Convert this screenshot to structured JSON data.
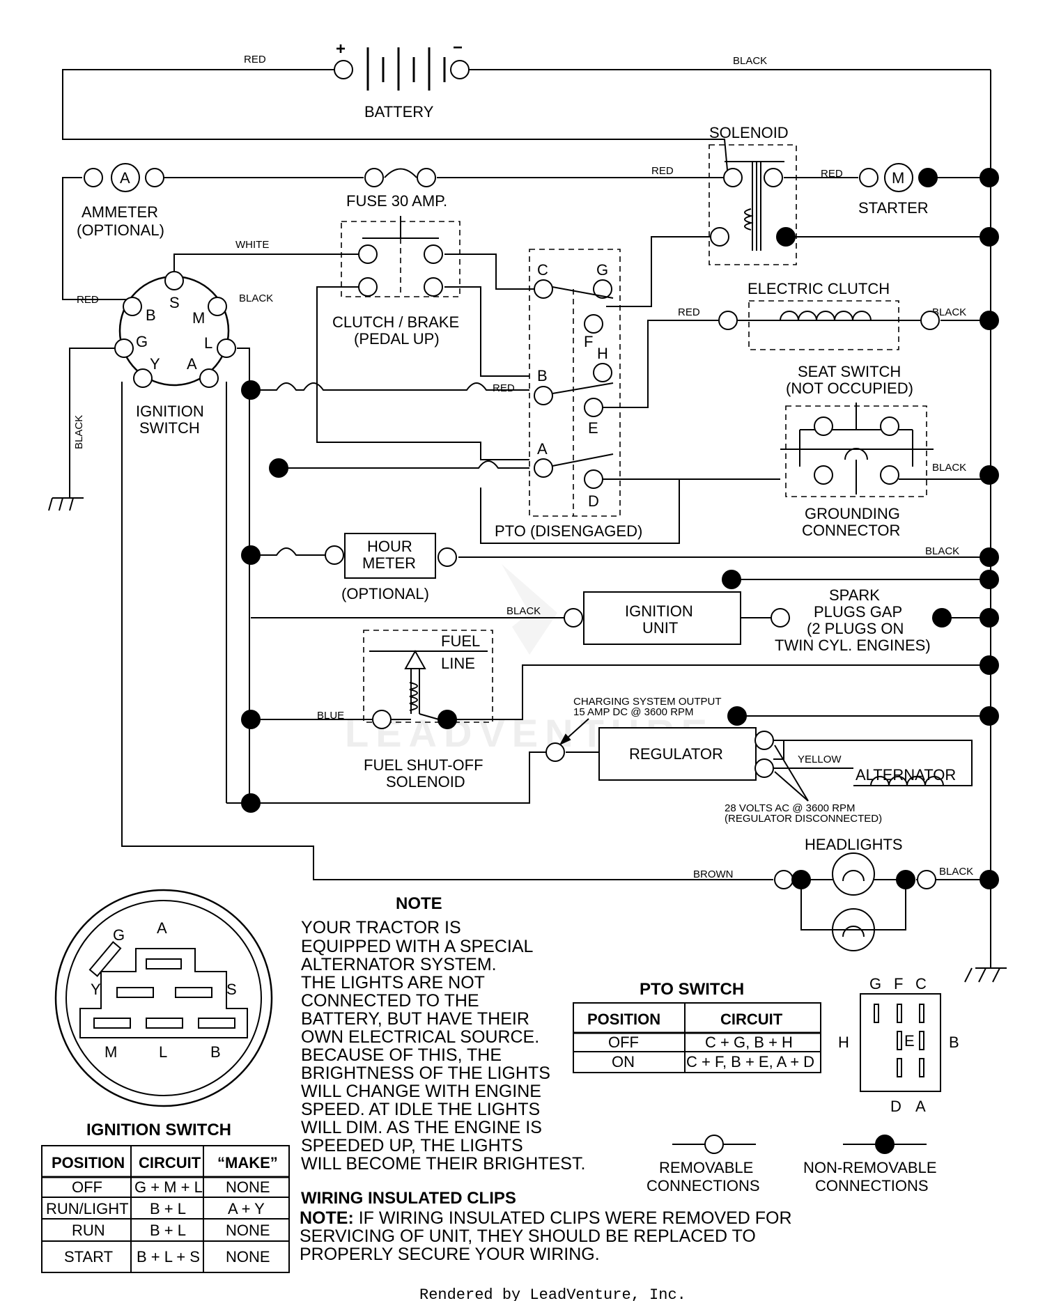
{
  "battery": {
    "label": "BATTERY",
    "plus": "+",
    "minus": "−"
  },
  "wires": {
    "red": "RED",
    "black": "BLACK",
    "white": "WHITE",
    "blue": "BLUE",
    "yellow": "YELLOW",
    "brown": "BROWN"
  },
  "components": {
    "solenoid": "SOLENOID",
    "ammeter_symbol": "A",
    "ammeter_line1": "AMMETER",
    "ammeter_line2": "(OPTIONAL)",
    "fuse": "FUSE 30 AMP.",
    "starter_symbol": "M",
    "starter": "STARTER",
    "clutch_brake_line1": "CLUTCH / BRAKE",
    "clutch_brake_line2": "(PEDAL UP)",
    "electric_clutch": "ELECTRIC CLUTCH",
    "seat_switch_line1": "SEAT SWITCH",
    "seat_switch_line2": "(NOT OCCUPIED)",
    "grounding_line1": "GROUNDING",
    "grounding_line2": "CONNECTOR",
    "ignition_switch_line1": "IGNITION",
    "ignition_switch_line2": "SWITCH",
    "pto_disengaged": "PTO (DISENGAGED)",
    "hour_meter_line1": "HOUR",
    "hour_meter_line2": "METER",
    "hour_meter_optional": "(OPTIONAL)",
    "ignition_unit_line1": "IGNITION",
    "ignition_unit_line2": "UNIT",
    "spark_line1": "SPARK",
    "spark_line2": "PLUGS GAP",
    "spark_line3": "(2 PLUGS ON",
    "spark_line4": "TWIN CYL. ENGINES)",
    "fuel_line1": "FUEL",
    "fuel_line2": "LINE",
    "fuel_sol_line1": "FUEL SHUT-OFF",
    "fuel_sol_line2": "SOLENOID",
    "charging_line1": "CHARGING SYSTEM OUTPUT",
    "charging_line2": "15 AMP DC @ 3600 RPM",
    "regulator": "REGULATOR",
    "alternator": "ALTERNATOR",
    "volts_line1": "28 VOLTS AC @ 3600 RPM",
    "volts_line2": "(REGULATOR DISCONNECTED)",
    "headlights": "HEADLIGHTS"
  },
  "ign_terminals": {
    "S": "S",
    "B": "B",
    "M": "M",
    "G": "G",
    "L": "L",
    "Y": "Y",
    "A": "A"
  },
  "pto_terminals": {
    "C": "C",
    "G": "G",
    "F": "F",
    "H": "H",
    "B": "B",
    "E": "E",
    "A": "A",
    "D": "D"
  },
  "ign_face": {
    "G": "G",
    "A": "A",
    "Y": "Y",
    "S": "S",
    "M": "M",
    "L": "L",
    "B": "B"
  },
  "pto_face": {
    "G": "G",
    "F": "F",
    "C": "C",
    "H": "H",
    "E": "E",
    "B": "B",
    "D": "D",
    "A": "A"
  },
  "note": {
    "title": "NOTE",
    "lines": [
      "YOUR TRACTOR IS",
      "EQUIPPED WITH A SPECIAL",
      "ALTERNATOR SYSTEM.",
      "THE LIGHTS ARE NOT",
      "CONNECTED TO THE",
      "BATTERY, BUT HAVE THEIR",
      "OWN ELECTRICAL SOURCE.",
      "BECAUSE OF THIS, THE",
      "BRIGHTNESS OF THE LIGHTS",
      "WILL CHANGE WITH ENGINE",
      "SPEED.  AT IDLE THE LIGHTS",
      "WILL DIM.  AS THE ENGINE IS",
      "SPEEDED UP, THE LIGHTS",
      "WILL BECOME THEIR BRIGHTEST."
    ]
  },
  "clips": {
    "title": "WIRING INSULATED CLIPS",
    "note_bold": "NOTE:",
    "line1": " IF WIRING INSULATED CLIPS WERE REMOVED FOR",
    "line2": "SERVICING OF UNIT, THEY SHOULD BE REPLACED TO",
    "line3": "PROPERLY SECURE YOUR WIRING."
  },
  "ignition_table": {
    "title": "IGNITION SWITCH",
    "headers": [
      "POSITION",
      "CIRCUIT",
      "“MAKE”"
    ],
    "rows": [
      [
        "OFF",
        "G + M + L",
        "NONE"
      ],
      [
        "RUN/LIGHT",
        "B + L",
        "A + Y"
      ],
      [
        "RUN",
        "B + L",
        "NONE"
      ],
      [
        "START",
        "B + L + S",
        "NONE"
      ]
    ]
  },
  "pto_table": {
    "title": "PTO SWITCH",
    "headers": [
      "POSITION",
      "CIRCUIT"
    ],
    "rows": [
      [
        "OFF",
        "C + G, B + H"
      ],
      [
        "ON",
        "C + F, B + E, A + D"
      ]
    ]
  },
  "legend": {
    "removable_line1": "REMOVABLE",
    "removable_line2": "CONNECTIONS",
    "nonremovable_line1": "NON-REMOVABLE",
    "nonremovable_line2": "CONNECTIONS"
  },
  "footer": "Rendered by LeadVenture, Inc."
}
